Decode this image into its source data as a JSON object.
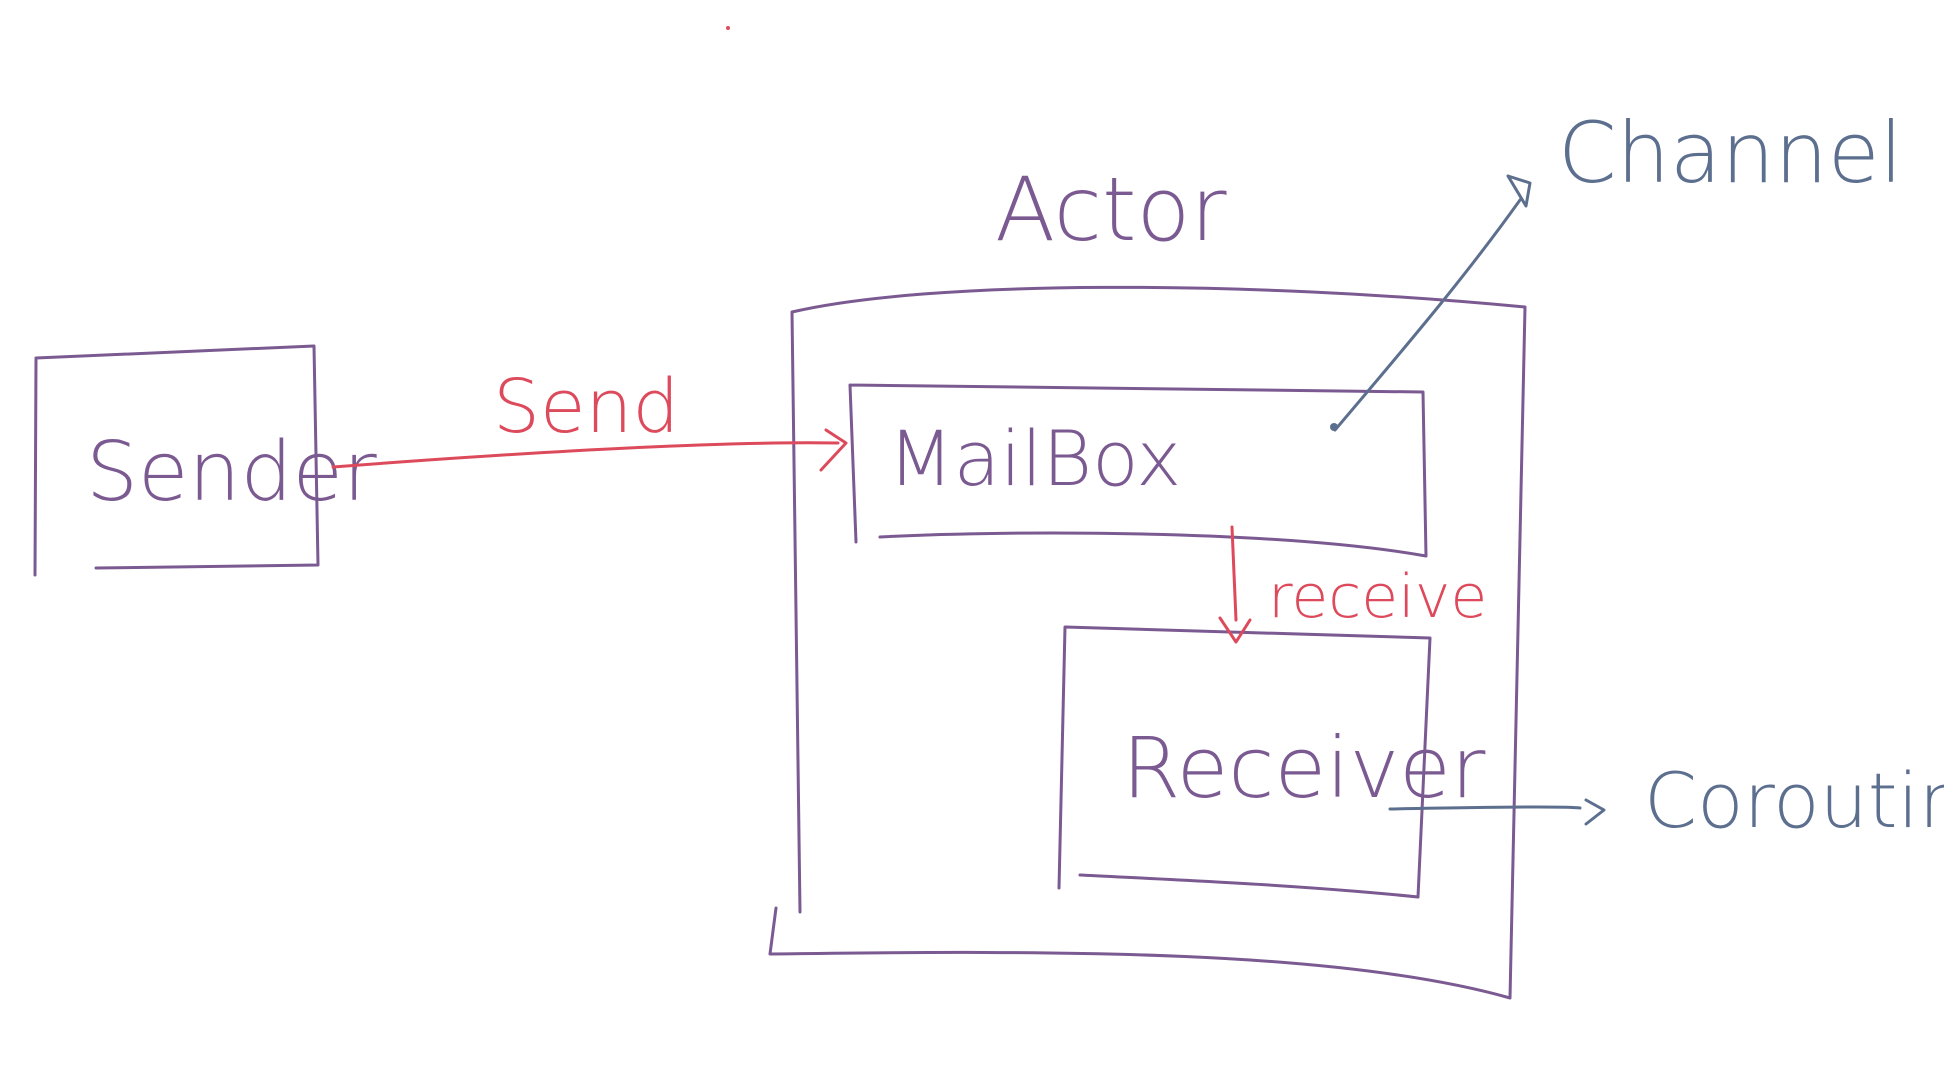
{
  "colors": {
    "box": "#7b5a92",
    "message_arrow": "#dd4a5c",
    "annotation": "#5d6f8e"
  },
  "nodes": {
    "sender": "Sender",
    "actor": "Actor",
    "mailbox": "MailBox",
    "receiver": "Receiver"
  },
  "edges": {
    "send": "Send",
    "receive": "receive"
  },
  "annotations": {
    "channel": "Channel",
    "coroutine": "Coroutine"
  }
}
